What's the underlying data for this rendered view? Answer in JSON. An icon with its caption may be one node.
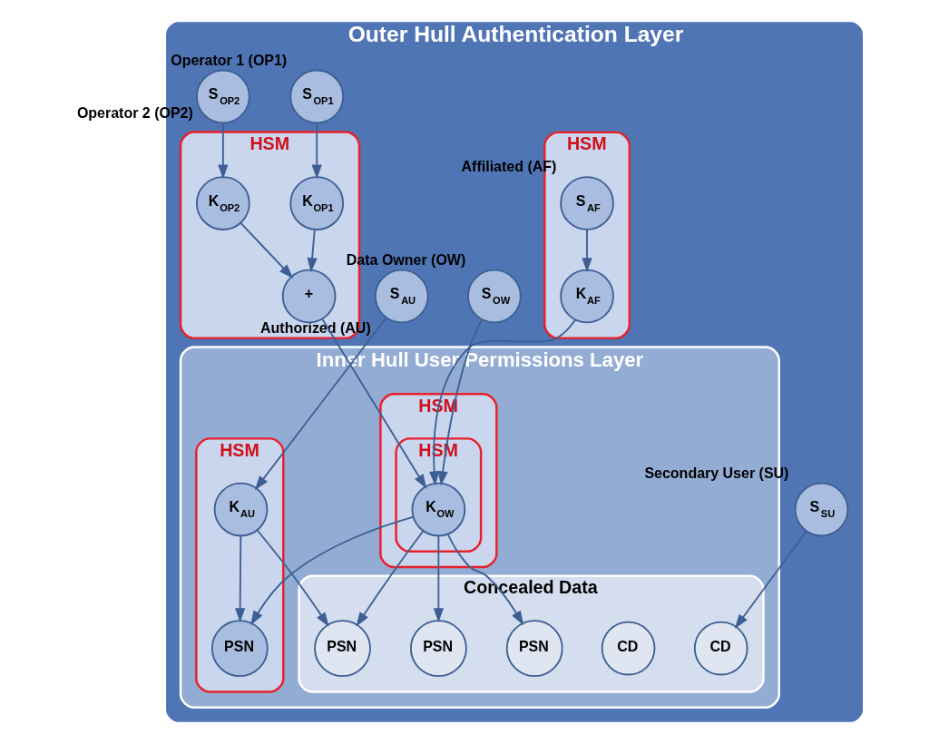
{
  "diagram": {
    "nodes": [
      {
        "text": [
          "Outer Hull Authentication Layer"
        ]
      },
      {
        "text": [
          "Inner Hull User Permissions Layer"
        ],
        "in": 0
      },
      {
        "text": [
          "Concealed Data"
        ],
        "in": 1
      },
      {
        "text": [
          "HSM"
        ],
        "in": 0
      },
      {
        "text": [
          "S$_{AF}$"
        ],
        "in": 3,
        "beside": [
          "Affiliated (AF)"
        ]
      },
      {
        "text": [
          "K$_{AF}$"
        ],
        "in": 3
      },
      {
        "text": [
          "HSM"
        ],
        "in": 1
      },
      {
        "text": [
          "HSM"
        ],
        "in": 6
      },
      {
        "text": [
          "K$_{OW}$"
        ],
        "in": 7
      },
      {
        "text": [
          "S$_{OW}$"
        ],
        "in": 0,
        "beside": [
          "Data Owner (OW)"
        ]
      },
      {
        "text": [
          "HSM"
        ],
        "in": 1
      },
      {
        "text": [
          "K$_{AU}$"
        ],
        "in": 10
      },
      {
        "text": [
          "PSN"
        ],
        "in": 10
      },
      {
        "text": [
          "S$_{AU}$"
        ],
        "in": 0,
        "beside": [
          "Authorized (AU)"
        ]
      },
      {
        "text": [
          "PSN"
        ],
        "in": 2
      },
      {
        "text": [
          "CD"
        ],
        "in": 2
      },
      {
        "text": [
          "PSN"
        ],
        "in": 2
      },
      {
        "text": [
          "CD"
        ],
        "in": 2
      },
      {
        "text": [
          "PSN"
        ],
        "in": 2
      },
      {
        "text": [
          "S$_{SU}$"
        ],
        "in": 0,
        "beside": [
          "Secondary User (SU)"
        ]
      },
      {
        "text": [
          "HSM"
        ],
        "in": 0
      },
      {
        "text": [
          "+"
        ],
        "in": 20
      },
      {
        "text": [
          "K$_{OP1}$"
        ],
        "in": 20
      },
      {
        "text": [
          "K$_{OP2}$"
        ],
        "in": 20
      },
      {
        "text": [
          "S$_{OP1}$"
        ],
        "in": 0,
        "beside": [
          "Operator 1 (OP1)"
        ]
      },
      {
        "text": [
          "S$_{OP2}$"
        ],
        "in": 0,
        "beside": [
          "Operator 2 (OP2)"
        ]
      }
    ],
    "edges": [
      {
        "from": 4,
        "to": 5,
        "arrow": "to"
      },
      {
        "from": 5,
        "to": 8,
        "arrow": "to"
      },
      {
        "from": 9,
        "to": 8,
        "arrow": "to"
      },
      {
        "from": 8,
        "to": 14,
        "arrow": "to"
      },
      {
        "from": 8,
        "to": 16,
        "arrow": "to"
      },
      {
        "from": 8,
        "to": 12,
        "arrow": "to"
      },
      {
        "from": 8,
        "to": 18,
        "arrow": "to"
      },
      {
        "from": 13,
        "to": 11,
        "arrow": "to"
      },
      {
        "from": 11,
        "to": 14,
        "arrow": "to"
      },
      {
        "from": 11,
        "to": 12,
        "arrow": "to"
      },
      {
        "from": 19,
        "to": 17,
        "arrow": "to"
      },
      {
        "from": 21,
        "to": 8,
        "arrow": "to"
      },
      {
        "from": 22,
        "to": 21,
        "arrow": "to"
      },
      {
        "from": 23,
        "to": 21,
        "arrow": "to"
      },
      {
        "from": 24,
        "to": 22,
        "arrow": "to"
      },
      {
        "from": 25,
        "to": 23,
        "arrow": "to"
      }
    ]
  }
}
